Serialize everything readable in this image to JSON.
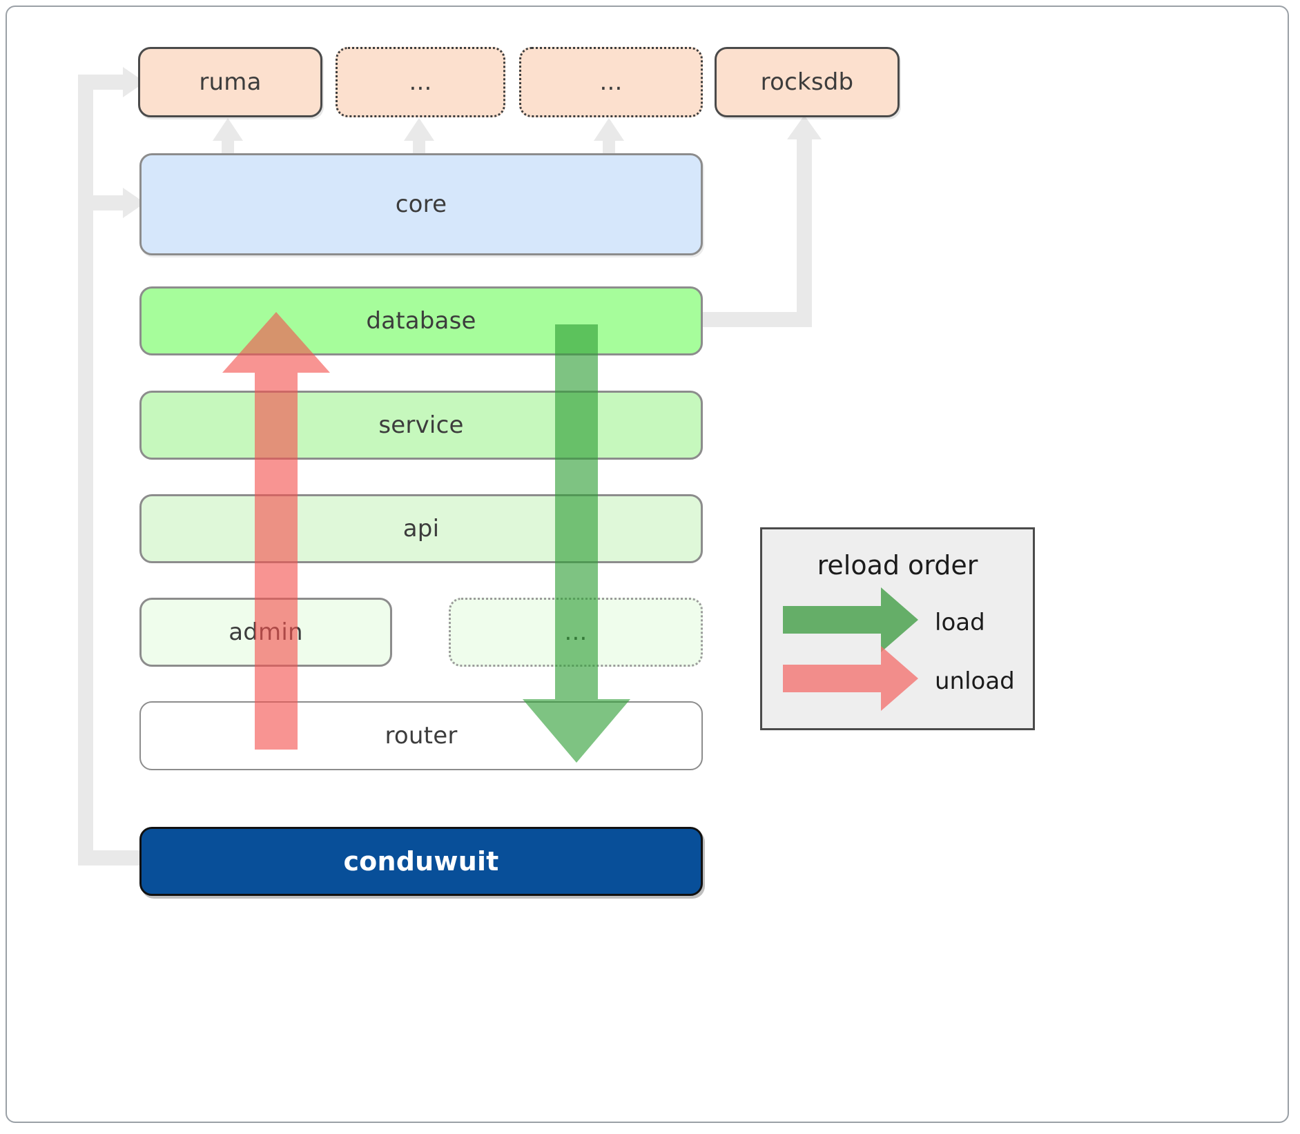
{
  "diagram": {
    "title": "conduwuit crate dependency / reload order diagram",
    "dependencies": [
      {
        "label": "ruma",
        "style": "solid"
      },
      {
        "label": "...",
        "style": "dotted"
      },
      {
        "label": "...",
        "style": "dotted"
      },
      {
        "label": "rocksdb",
        "style": "solid"
      }
    ],
    "core": {
      "label": "core"
    },
    "layers": [
      {
        "label": "database",
        "style": "solid"
      },
      {
        "label": "service",
        "style": "solid"
      },
      {
        "label": "api",
        "style": "solid"
      },
      {
        "label": "admin",
        "style": "solid"
      },
      {
        "label": "...",
        "style": "dotted"
      },
      {
        "label": "router",
        "style": "solid"
      }
    ],
    "root": {
      "label": "conduwuit"
    }
  },
  "legend": {
    "title": "reload order",
    "entries": [
      {
        "label": "load",
        "color": "#4caf50",
        "direction": "down"
      },
      {
        "label": "unload",
        "color": "#f4726f",
        "direction": "up"
      }
    ]
  },
  "colors": {
    "dependency_fill": "#fce0ce",
    "core_fill": "#d6e7fb",
    "database_fill": "#a6fd9b",
    "service_fill": "#c6f8bd",
    "api_fill": "#dff8d9",
    "admin_fill": "#effdec",
    "router_fill": "#ffffff",
    "root_fill": "#084f99",
    "connector": "#e8e8e8",
    "load_arrow": "#4caf50",
    "unload_arrow": "#f4726f",
    "legend_bg": "#eeeeee"
  }
}
